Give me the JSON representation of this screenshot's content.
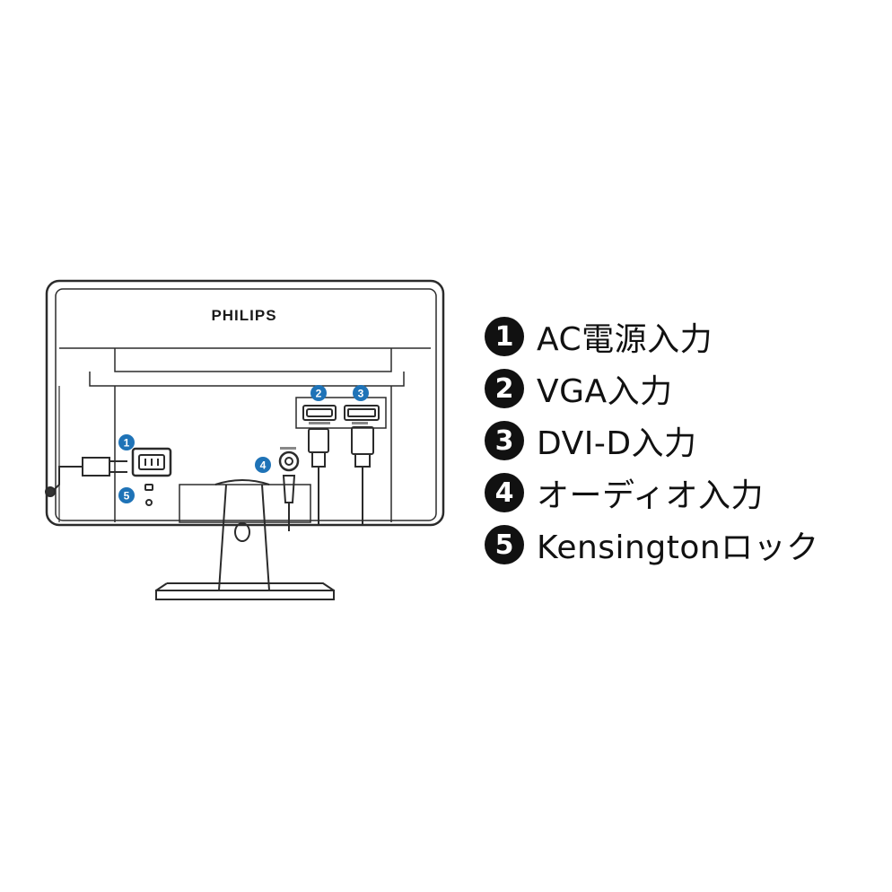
{
  "monitor": {
    "brand": "PHILIPS",
    "accent_color": "#1f73b7",
    "badges": [
      "1",
      "2",
      "3",
      "4",
      "5"
    ]
  },
  "legend": {
    "items": [
      {
        "number": "1",
        "label": "AC電源入力"
      },
      {
        "number": "2",
        "label": "VGA入力"
      },
      {
        "number": "3",
        "label": "DVI-D入力"
      },
      {
        "number": "4",
        "label": "オーディオ入力"
      },
      {
        "number": "5",
        "label": "Kensingtonロック"
      }
    ]
  }
}
